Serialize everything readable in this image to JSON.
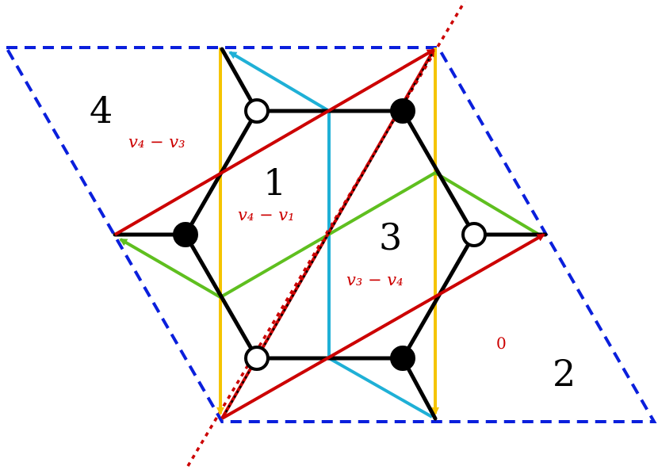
{
  "colors": {
    "background": "#ffffff",
    "boundary": "#0a1fdc",
    "red": "#cc0000",
    "yellow": "#f5c400",
    "cyan": "#1fb0d6",
    "green": "#5fbf1f",
    "edge": "#000000",
    "white_node": "#ffffff",
    "black_node": "#000000"
  },
  "faces": {
    "face_4": "4",
    "face_1": "1",
    "face_3": "3",
    "face_2": "2"
  },
  "labels": {
    "v4_minus_v3": "v₄ − v₃",
    "v4_minus_v1": "v₄ − v₁",
    "v3_minus_v4": "v₃ − v₄",
    "zero": "0"
  },
  "nodes": {
    "white_count": 3,
    "black_count": 3
  }
}
